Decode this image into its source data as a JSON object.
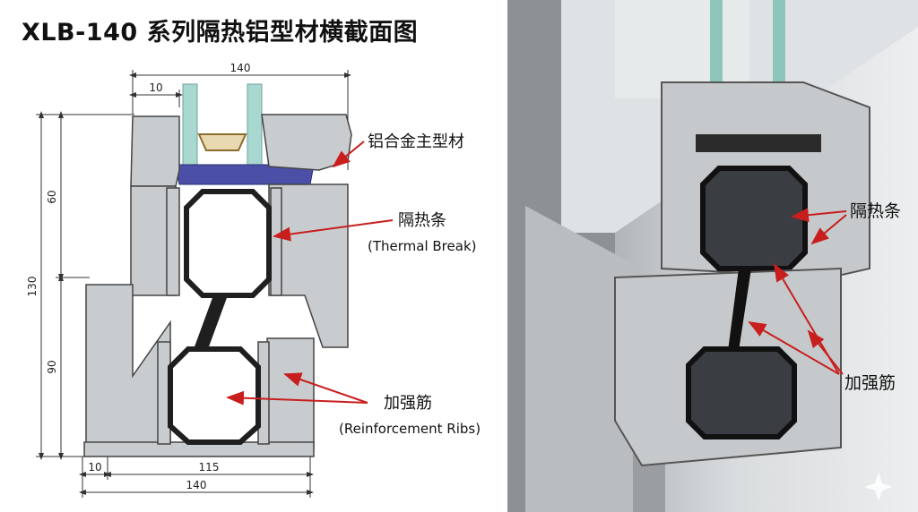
{
  "title": "XLB-140 系列隔热铝型材横截面图",
  "dimensions": {
    "top_width": "140",
    "top_offset": "10",
    "total_height": "130",
    "upper_height": "60",
    "lower_height": "90",
    "bottom_offset": "10",
    "bottom_inner": "115",
    "bottom_width": "140"
  },
  "labels": {
    "alloy_profile": "铝合金主型材",
    "thermal_break_cn": "隔热条",
    "thermal_break_en": "(Thermal Break)",
    "ribs_cn": "加强筋",
    "ribs_en": "(Reinforcement Ribs)",
    "photo_thermal_break": "隔热条",
    "photo_ribs": "加强筋"
  },
  "colors": {
    "arrow": "#c81e1e",
    "aluminum": "#c9cccf",
    "thermal_break": "#1f1f1f",
    "gasket": "#4b4fa8",
    "glass": "#a9d8d0"
  }
}
